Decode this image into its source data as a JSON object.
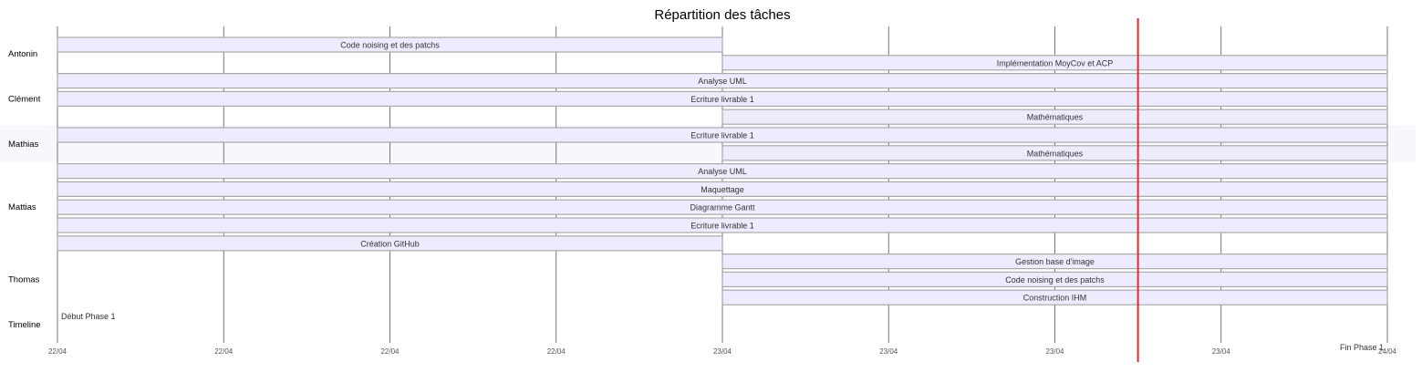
{
  "chart_data": {
    "type": "gantt",
    "title": "Répartition des tâches",
    "x_tick_labels": [
      "22/04",
      "22/04",
      "22/04",
      "22/04",
      "23/04",
      "23/04",
      "23/04",
      "23/04",
      "24/04"
    ],
    "time_range": [
      0,
      8
    ],
    "today_marker": 6.5,
    "colors": {
      "bar_fill": "#ececfe",
      "bar_stroke": "#aaaaaa",
      "today_line": "#e8282b",
      "grid": "#555555",
      "highlight_band": "#f7f7fd"
    },
    "highlight_section": "Mathias",
    "sections": [
      {
        "name": "Antonin",
        "tasks": [
          {
            "label": "Code noising et des patchs",
            "start": 0,
            "end": 4
          },
          {
            "label": "Implémentation MoyCov et ACP",
            "start": 4,
            "end": 8
          }
        ]
      },
      {
        "name": "Clément",
        "tasks": [
          {
            "label": "Analyse UML",
            "start": 0,
            "end": 8
          },
          {
            "label": "Ecriture livrable 1",
            "start": 0,
            "end": 8
          },
          {
            "label": "Mathématiques",
            "start": 4,
            "end": 8
          }
        ]
      },
      {
        "name": "Mathias",
        "tasks": [
          {
            "label": "Ecriture livrable 1",
            "start": 0,
            "end": 8
          },
          {
            "label": "Mathématiques",
            "start": 4,
            "end": 8
          }
        ]
      },
      {
        "name": "Mattias",
        "tasks": [
          {
            "label": "Analyse UML",
            "start": 0,
            "end": 8
          },
          {
            "label": "Maquettage",
            "start": 0,
            "end": 8
          },
          {
            "label": "Diagramme Gantt",
            "start": 0,
            "end": 8
          },
          {
            "label": "Ecriture livrable 1",
            "start": 0,
            "end": 8
          },
          {
            "label": "Création GitHub",
            "start": 0,
            "end": 4
          }
        ]
      },
      {
        "name": "Thomas",
        "tasks": [
          {
            "label": "Gestion base d'image",
            "start": 4,
            "end": 8
          },
          {
            "label": "Code noising et des patchs",
            "start": 4,
            "end": 8
          },
          {
            "label": "Construction IHM",
            "start": 4,
            "end": 8
          }
        ]
      },
      {
        "name": "Timeline",
        "tasks": [
          {
            "label": "Début Phase 1",
            "start": 0,
            "end": 0,
            "milestone": true
          },
          {
            "label": "Fin Phase 1",
            "start": 8,
            "end": 8,
            "milestone": true
          }
        ]
      }
    ]
  }
}
